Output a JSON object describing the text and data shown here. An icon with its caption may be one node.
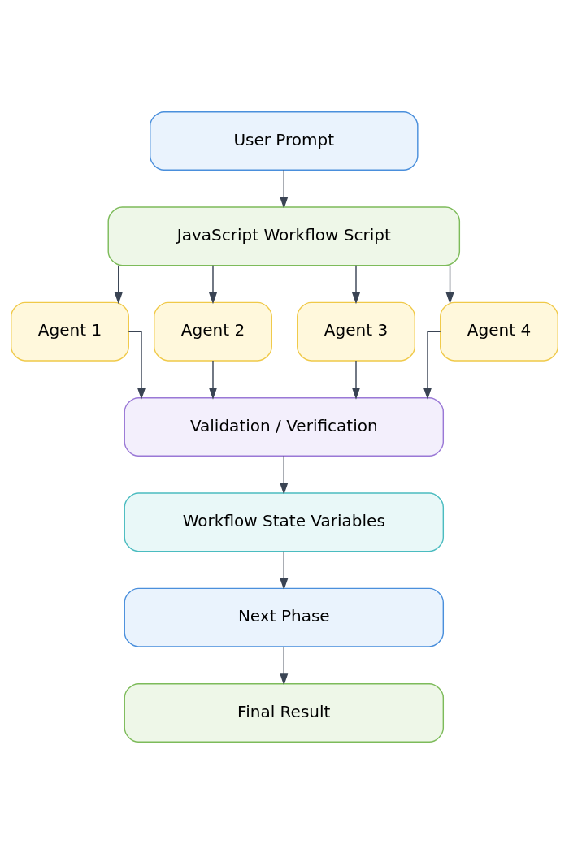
{
  "diagram": {
    "nodes": [
      {
        "text": [
          "User Prompt"
        ]
      },
      {
        "text": [
          "JavaScript Workflow Script"
        ]
      },
      {
        "text": [
          "Agent 1"
        ]
      },
      {
        "text": [
          "Agent 2"
        ]
      },
      {
        "text": [
          "Agent 3"
        ]
      },
      {
        "text": [
          "Agent 4"
        ]
      },
      {
        "text": [
          "Validation / Verification"
        ]
      },
      {
        "text": [
          "Workflow State Variables"
        ]
      },
      {
        "text": [
          "Next Phase"
        ]
      },
      {
        "text": [
          "Final Result"
        ]
      }
    ],
    "edges": [
      {
        "from": 0,
        "to": 1,
        "arrow": "to"
      },
      {
        "from": 1,
        "to": 2,
        "arrow": "to"
      },
      {
        "from": 1,
        "to": 3,
        "arrow": "to"
      },
      {
        "from": 1,
        "to": 4,
        "arrow": "to"
      },
      {
        "from": 1,
        "to": 5,
        "arrow": "to"
      },
      {
        "from": 2,
        "to": 6,
        "arrow": "to"
      },
      {
        "from": 3,
        "to": 6,
        "arrow": "to"
      },
      {
        "from": 4,
        "to": 6,
        "arrow": "to"
      },
      {
        "from": 5,
        "to": 6,
        "arrow": "to"
      },
      {
        "from": 6,
        "to": 7,
        "arrow": "to"
      },
      {
        "from": 7,
        "to": 8,
        "arrow": "to"
      },
      {
        "from": 8,
        "to": 9,
        "arrow": "to"
      }
    ]
  }
}
